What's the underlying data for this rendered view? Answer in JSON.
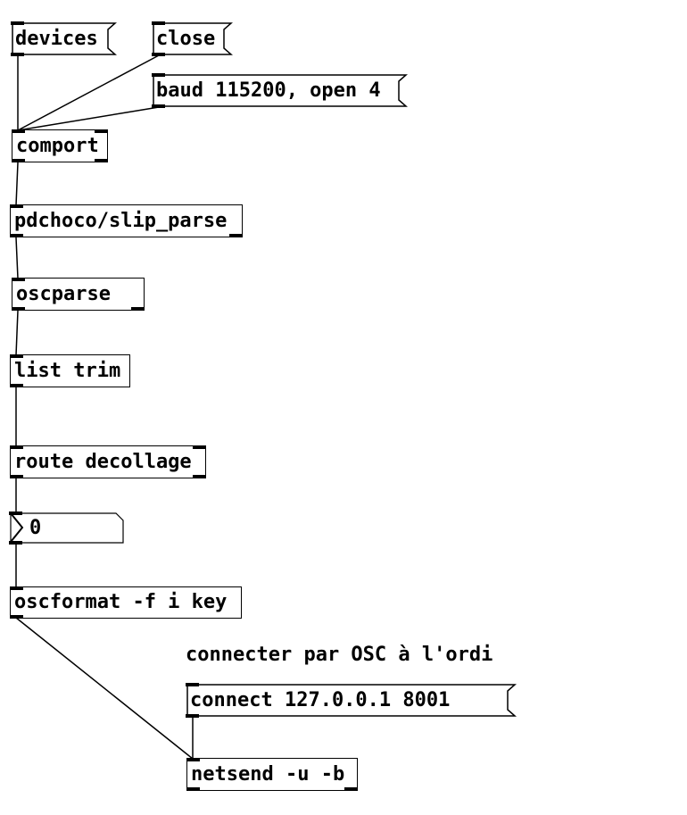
{
  "patch": {
    "messages": {
      "devices": "devices",
      "close": "close",
      "baud": "baud 115200, open 4",
      "connect": "connect 127.0.0.1 8001"
    },
    "objects": {
      "comport": "comport",
      "slip_parse": "pdchoco/slip_parse",
      "oscparse": "oscparse",
      "list_trim": "list trim",
      "route": "route decollage",
      "oscformat": "oscformat -f i key",
      "netsend": "netsend -u -b"
    },
    "number_box": {
      "value": "0"
    },
    "comment": "connecter par OSC à l'ordi"
  }
}
